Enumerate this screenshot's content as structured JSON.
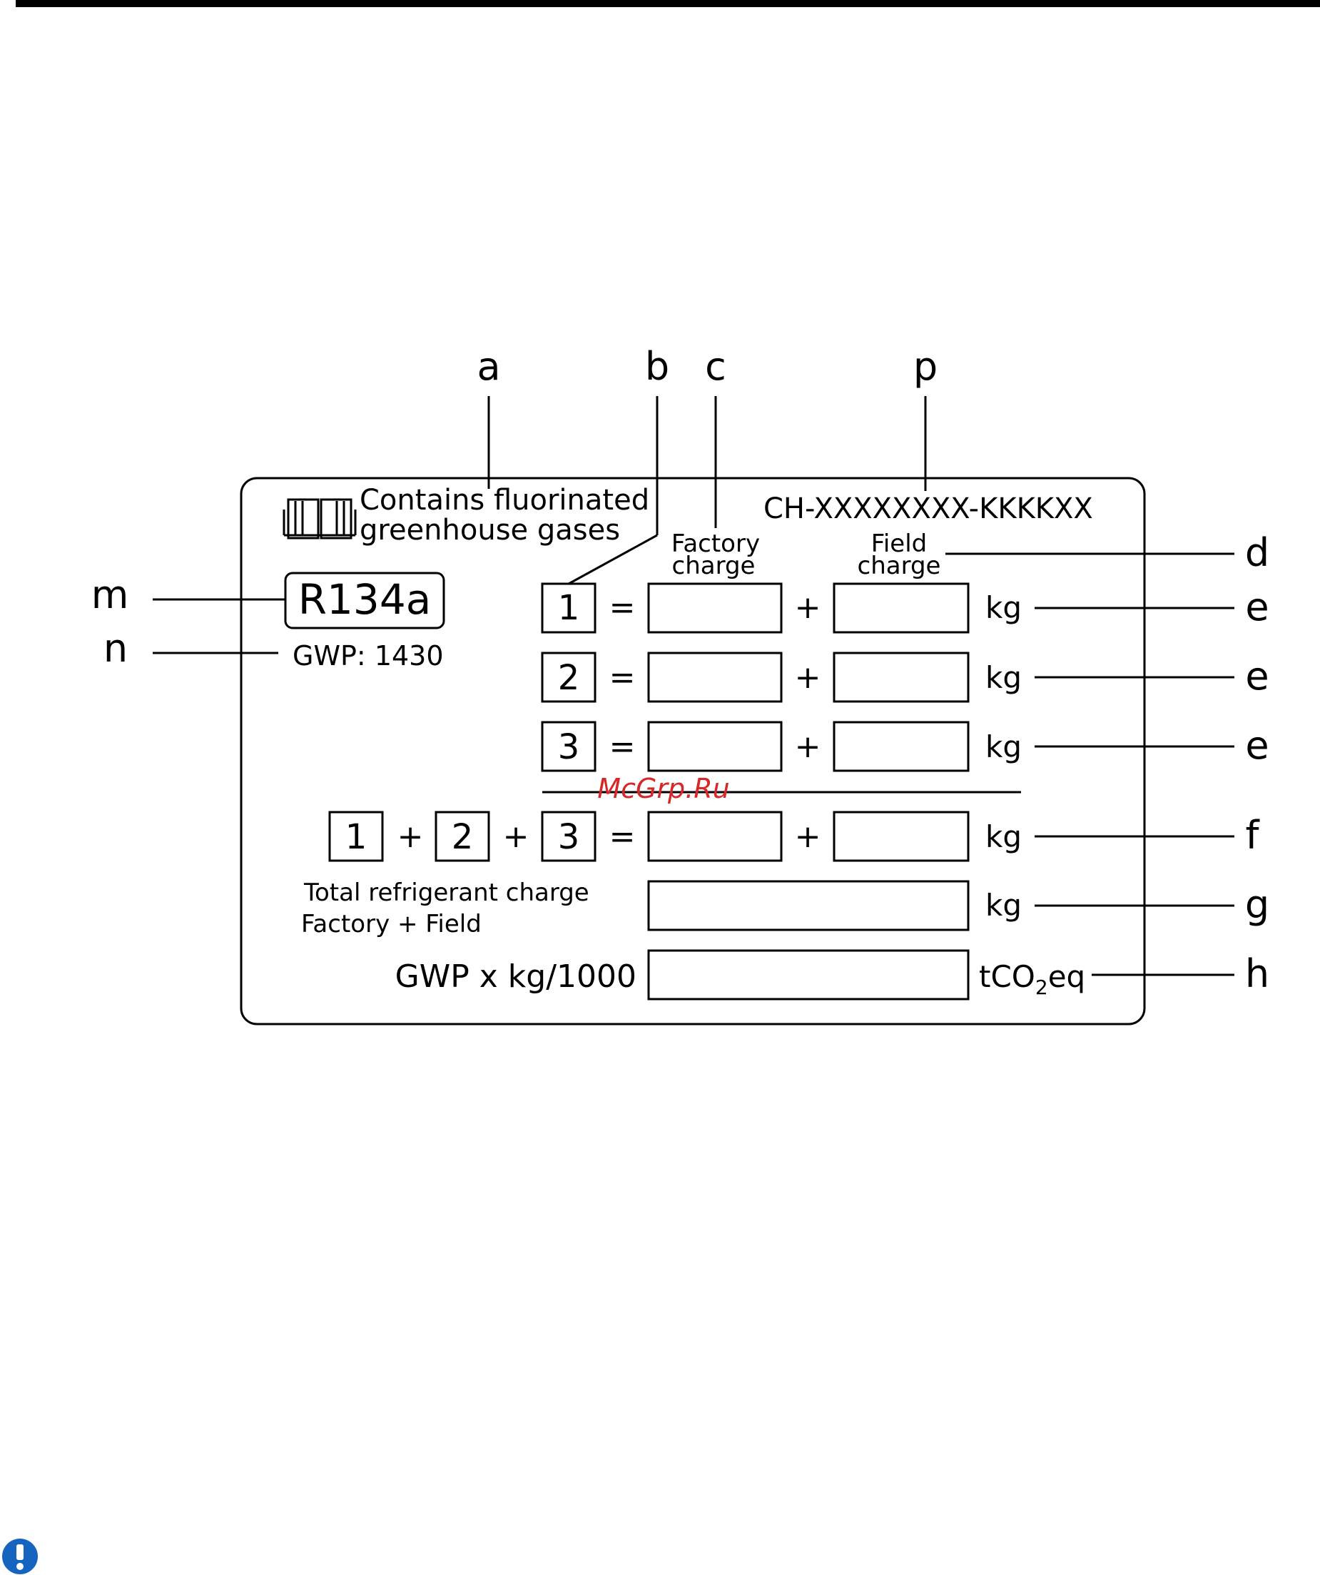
{
  "label": {
    "warning_text_line1": "Contains fluorinated",
    "warning_text_line2": "greenhouse gases",
    "serial_number": "CH-XXXXXXXX-KKKKXX",
    "refrigerant": "R134a",
    "gwp": "GWP: 1430",
    "factory_charge_line1": "Factory",
    "factory_charge_line2": "charge",
    "field_charge_line1": "Field",
    "field_charge_line2": "charge",
    "circuits": [
      {
        "number": "1",
        "equals": "=",
        "plus": "+",
        "unit": "kg"
      },
      {
        "number": "2",
        "equals": "=",
        "plus": "+",
        "unit": "kg"
      },
      {
        "number": "3",
        "equals": "=",
        "plus": "+",
        "unit": "kg"
      }
    ],
    "sum_row": {
      "n1": "1",
      "plus1": "+",
      "n2": "2",
      "plus2": "+",
      "n3": "3",
      "equals": "=",
      "plus": "+",
      "unit": "kg"
    },
    "total_line1": "Total refrigerant charge",
    "total_line2": "Factory + Field",
    "total_unit": "kg",
    "gwp_formula": "GWP x kg/1000",
    "co2_unit_prefix": "tCO",
    "co2_unit_sub": "2",
    "co2_unit_suffix": "eq"
  },
  "callouts": {
    "a": "a",
    "b": "b",
    "c": "c",
    "p": "p",
    "d": "d",
    "e1": "e",
    "e2": "e",
    "e3": "e",
    "f": "f",
    "g": "g",
    "h": "h",
    "m": "m",
    "n": "n"
  },
  "watermark": "McGrp.Ru",
  "colors": {
    "ink": "#000000",
    "watermark": "#d62828",
    "notice_icon": "#1565c0"
  },
  "icons": {
    "manual": "book-icon",
    "notice": "exclamation-circle-icon"
  }
}
